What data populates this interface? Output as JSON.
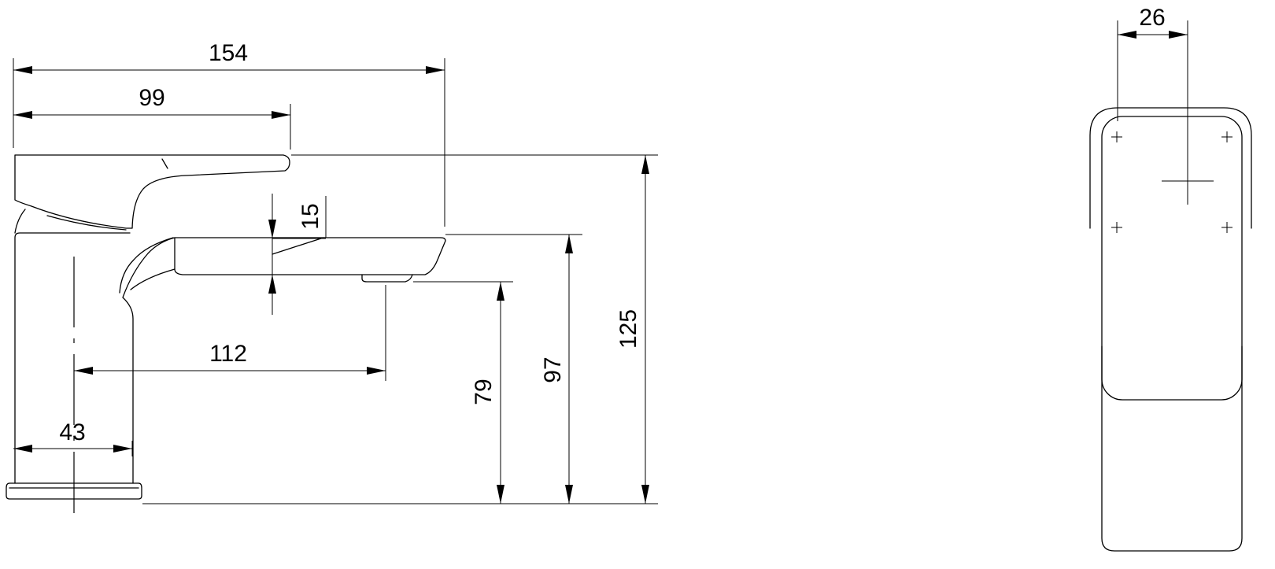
{
  "dimensions": {
    "side_view": {
      "overall_length": "154",
      "lever_length": "99",
      "spout_thickness": "15",
      "spout_reach": "112",
      "body_width": "43",
      "outlet_height": "79",
      "spout_height": "97",
      "overall_height": "125"
    },
    "top_view": {
      "width": "26"
    }
  }
}
